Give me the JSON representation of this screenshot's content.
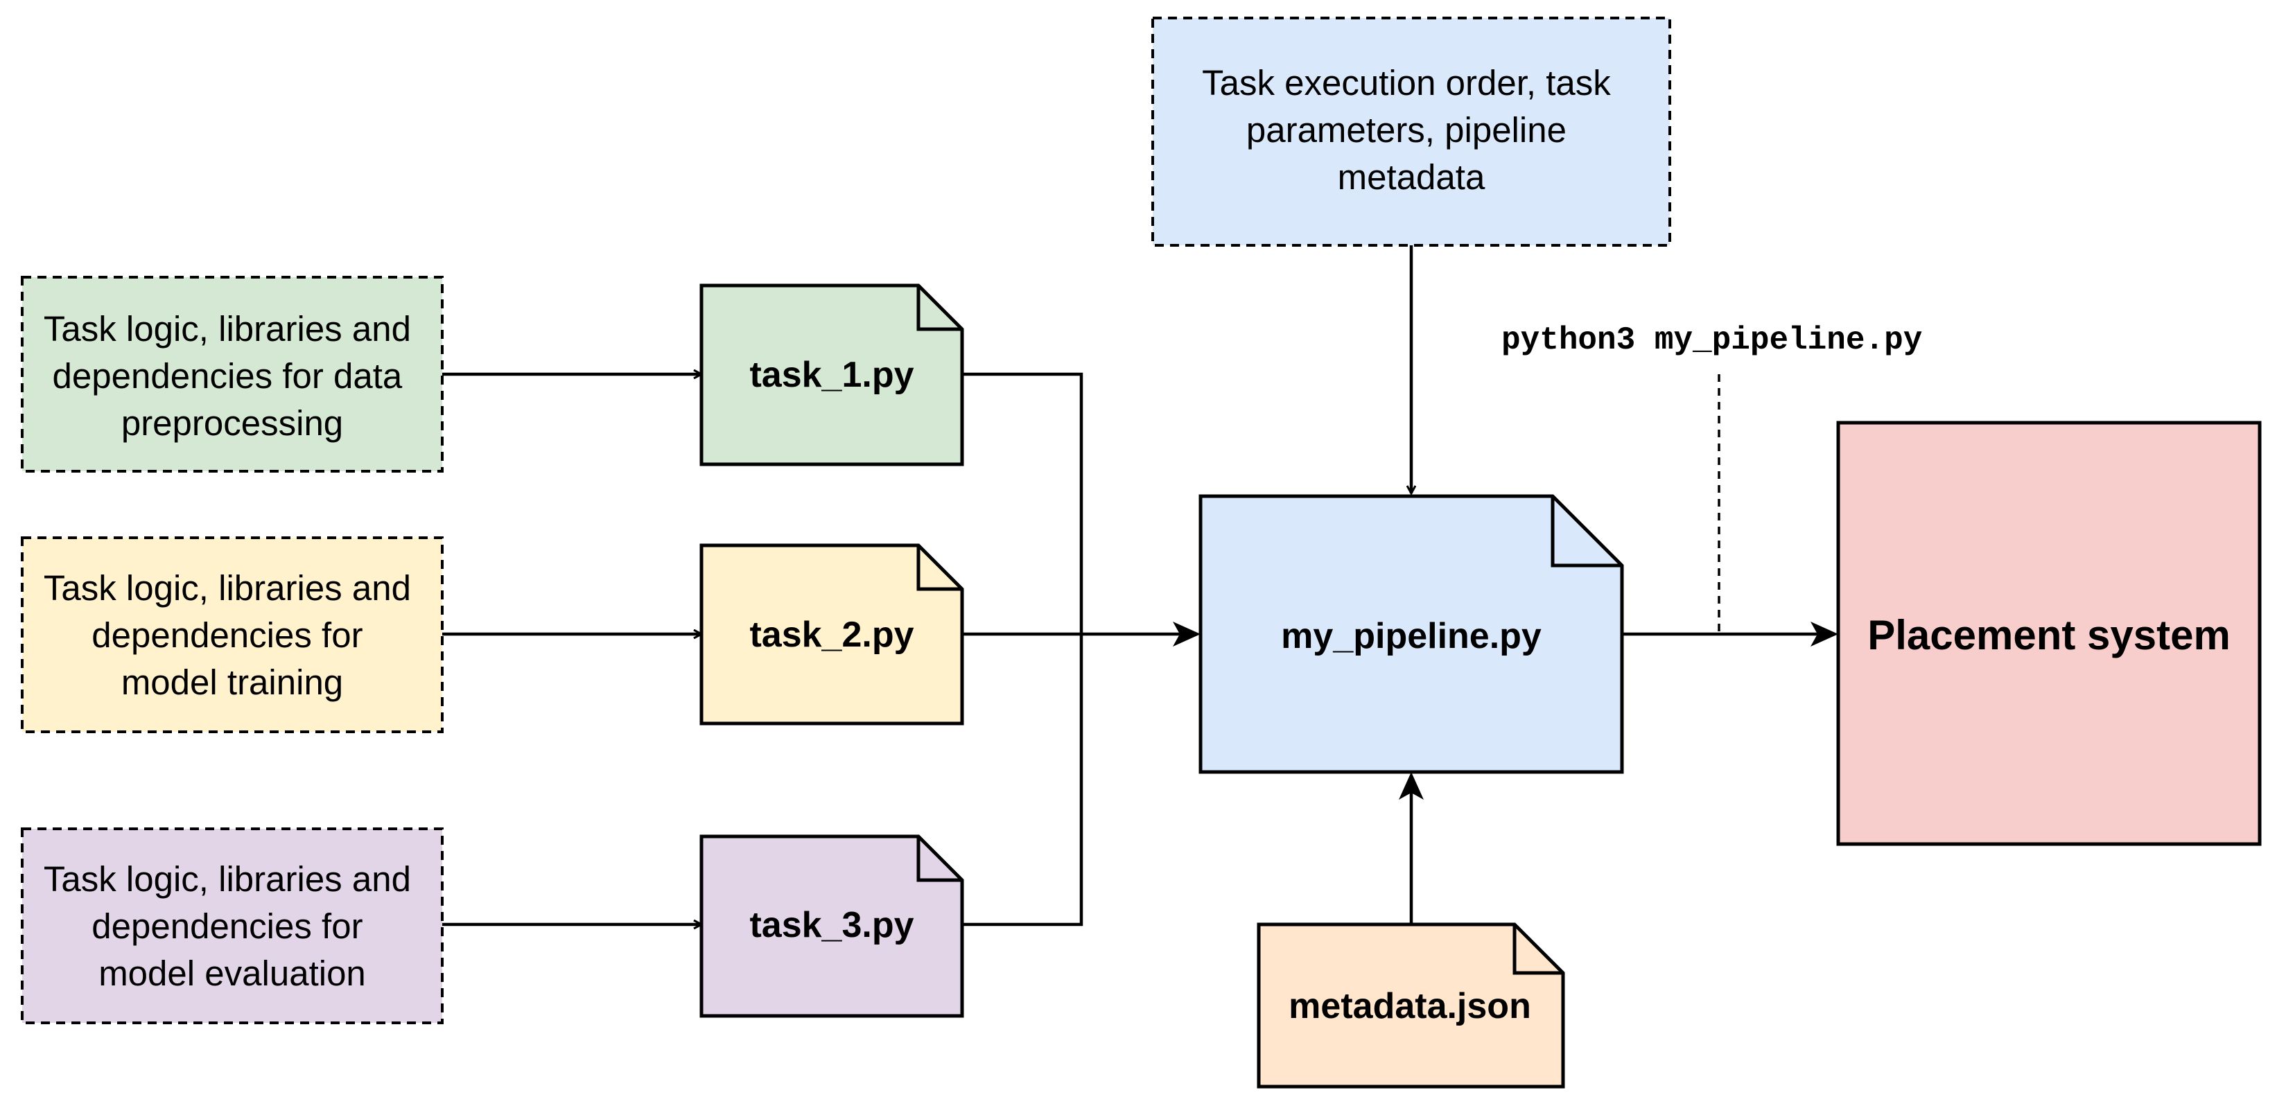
{
  "colors": {
    "green": "#d5e8d4",
    "yellow": "#fff2cc",
    "purple": "#e1d5e7",
    "blue": "#dae8fc",
    "orange": "#ffe6cc",
    "red": "#f8cecc",
    "stroke": "#000000"
  },
  "notes": {
    "preprocessing": [
      "Task logic, libraries and",
      "dependencies for data",
      "preprocessing"
    ],
    "training": [
      "Task logic, libraries and",
      "dependencies for",
      "model training"
    ],
    "evaluation": [
      "Task logic, libraries and",
      "dependencies for",
      "model evaluation"
    ],
    "pipeline_config": [
      "Task execution order, task",
      "parameters, pipeline",
      "metadata"
    ]
  },
  "files": {
    "task_1": "task_1.py",
    "task_2": "task_2.py",
    "task_3": "task_3.py",
    "pipeline": "my_pipeline.py",
    "metadata": "metadata.json"
  },
  "command": "python3 my_pipeline.py",
  "target": "Placement system"
}
